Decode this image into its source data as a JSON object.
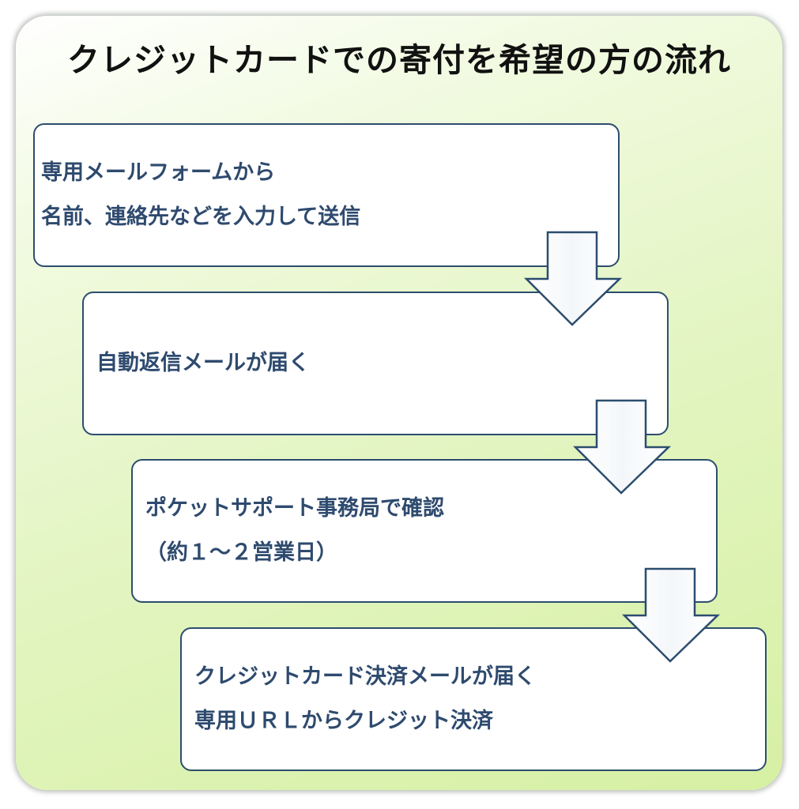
{
  "title": "クレジットカードでの寄付を希望の方の流れ",
  "steps": [
    {
      "lines": [
        "専用メールフォームから",
        "名前、連絡先などを入力して送信"
      ]
    },
    {
      "lines": [
        "自動返信メールが届く"
      ]
    },
    {
      "lines": [
        "ポケットサポート事務局で確認",
        "（約１～２営業日）"
      ]
    },
    {
      "lines": [
        "クレジットカード決済メールが届く",
        "専用ＵＲＬからクレジット決済"
      ]
    }
  ],
  "arrow_icon": "down-arrow-icon",
  "colors": {
    "border": "#2c4d6e",
    "text": "#2e4a6e",
    "background_gradient_end": "#d6f0a3"
  }
}
